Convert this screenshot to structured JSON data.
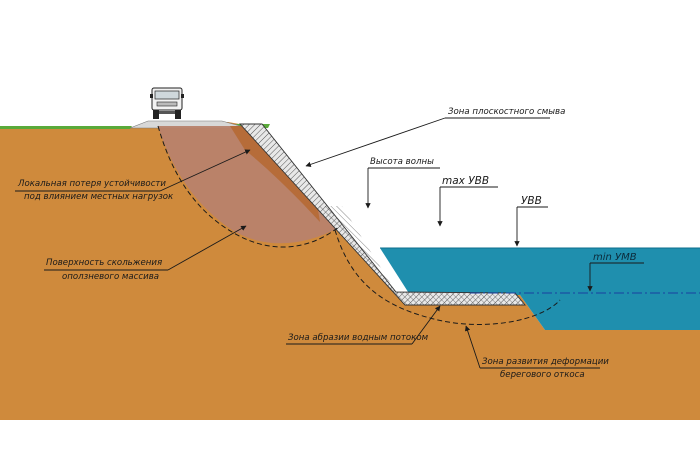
{
  "labels": {
    "sheet_wash_zone": "Зона плоскостного смыва",
    "local_loss_line1": "Локальная потеря устойчивости",
    "local_loss_line2": "под влиянием местных нагрузок",
    "wave_height": "Высота волны",
    "max_level": "max УВВ",
    "high_level": "УВВ",
    "min_level": "min УМВ",
    "slip_surface_line1": "Поверхность скольжения",
    "slip_surface_line2": "оползневого массива",
    "abrasion_zone": "Зона абразии водным потоком",
    "deformation_zone_line1": "Зона развития деформации",
    "deformation_zone_line2": "берегового откоса"
  },
  "colors": {
    "soil": "#cf8a3c",
    "soil_dark": "#b4642a",
    "landslide_mass": "#b8826b",
    "grass": "#5aaa3a",
    "road": "#d8d8d8",
    "water": "#1f8fae",
    "water_edge": "#0d6f8d",
    "revetment": "#e6e6e6",
    "line": "#1a1a1a"
  },
  "icons": {
    "vehicle": "truck-icon"
  }
}
